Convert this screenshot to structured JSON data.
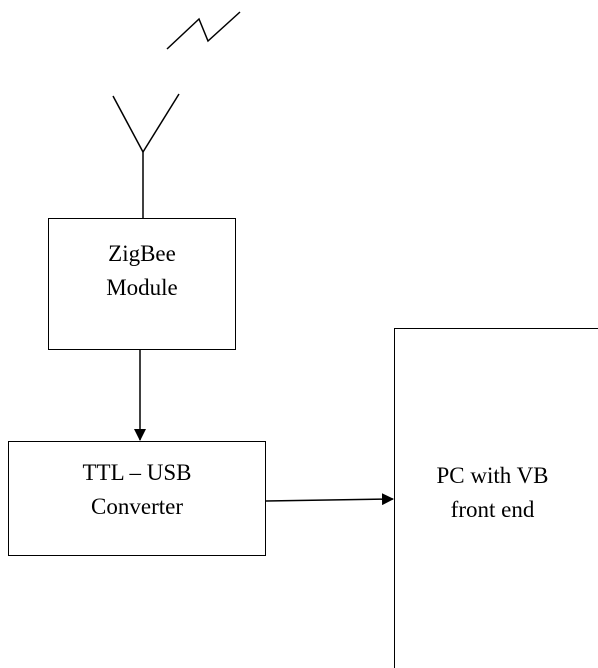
{
  "diagram": {
    "blocks": {
      "zigbee": {
        "line1": "ZigBee",
        "line2": "Module"
      },
      "ttl_usb": {
        "line1": "TTL – USB",
        "line2": "Converter"
      },
      "pc": {
        "line1": "PC with VB",
        "line2": "front end"
      }
    },
    "connections": [
      {
        "from": "antenna",
        "to": "zigbee"
      },
      {
        "from": "zigbee",
        "to": "ttl_usb"
      },
      {
        "from": "ttl_usb",
        "to": "pc"
      }
    ],
    "symbols": {
      "wireless_signal": "lightning-icon",
      "antenna": "antenna-icon"
    }
  }
}
